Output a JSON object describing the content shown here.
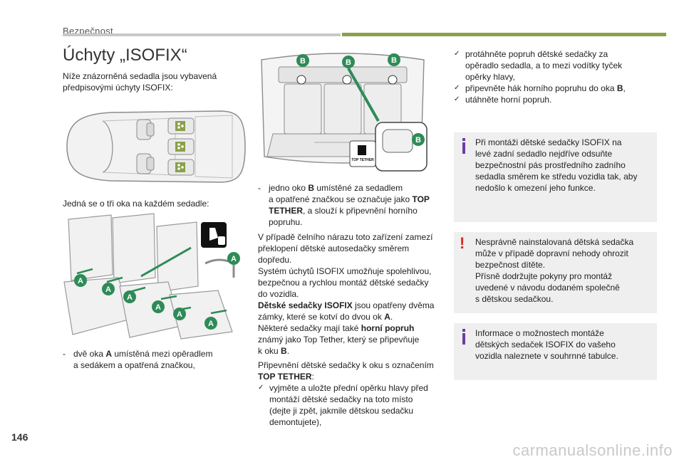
{
  "header": {
    "section": "Bezpečnost"
  },
  "title": "Úchyty „ISOFIX“",
  "intro": "Níže znázorněná sedadla jsou vybavená předpisovými úchyty ISOFIX:",
  "intro_lines": [
    "Níže znázorněná sedadla jsou vybavená",
    "předpisovými úchyty ISOFIX:"
  ],
  "sentence_rings": "Jedná se o tři oka na každém sedadle:",
  "bullet_a": {
    "marker": "-",
    "pre": "dvě oka ",
    "letter": "A",
    "post_lines": [
      " umístěná mezi opěradlem",
      "a sedákem a opatřená značkou,"
    ]
  },
  "bullet_b": {
    "marker": "-",
    "pre": "jedno oko ",
    "letter": "B",
    "post1": " umístěné za sedadlem",
    "line2_pre": "a opatřené značkou se označuje jako ",
    "line2_bold": "TOP",
    "line3_bold": "TETHER",
    "line3_post": ", a slouží k připevnění horního",
    "line4": "popruhu."
  },
  "para_crash": {
    "lines": [
      "V případě čelního nárazu toto zařízení zamezí",
      "překlopení dětské autosedačky směrem",
      "dopředu.",
      "Systém úchytů ISOFIX umožňuje spolehlivou,",
      "bezpečnou a rychlou montáž dětské sedačky",
      "do vozidla."
    ],
    "bold_start": "Dětské sedačky ISOFIX",
    "after_bold": " jsou opatřeny dvěma",
    "line_lock_pre": "zámky, které se kotví do dvou ok ",
    "line_lock_letter": "A",
    "line_lock_post": ".",
    "line_strap_pre": "Některé sedačky mají také ",
    "line_strap_bold": "horní popruh",
    "line_known": "známý jako Top Tether, který se připevňuje",
    "line_ring_pre": "k oku ",
    "line_ring_letter": "B",
    "line_ring_post": "."
  },
  "tether": {
    "intro": "Připevnění dětské sedačky k oku s označením",
    "intro_bold": "TOP TETHER",
    "intro_colon": ":",
    "step1_lines": [
      "vyjměte a uložte přední opěrku hlavy před",
      "montáží dětské sedačky na toto místo",
      "(dejte ji zpět, jakmile dětskou sedačku",
      "demontujete),"
    ],
    "step2_lines": [
      "protáhněte popruh dětské sedačky za",
      "opěradlo sedadla, a to mezi vodítky tyček",
      "opěrky hlavy,"
    ],
    "step3_pre": "připevněte hák horního popruhu do oka ",
    "step3_letter": "B",
    "step3_post": ",",
    "step4": "utáhněte horní popruh.",
    "check_marker": "✓"
  },
  "notes": {
    "info1_lines": [
      "Při montáži dětské sedačky ISOFIX na",
      "levé zadní sedadlo nejdříve odsuňte",
      "bezpečnostní pás prostředního zadního",
      "sedadla směrem ke středu vozidla tak, aby",
      "nedošlo k omezení jeho funkce."
    ],
    "warn_lines": [
      "Nesprávně nainstalovaná dětská sedačka",
      "může v případě dopravní nehody ohrozit",
      "bezpečnost dítěte.",
      "Přísně dodržujte pokyny pro montáž",
      "uvedené v návodu dodaném společně",
      "s dětskou sedačkou."
    ],
    "info2_lines": [
      "Informace o možnostech montáže",
      "dětských sedaček ISOFIX do vašeho",
      "vozidla naleznete v souhrnné tabulce."
    ],
    "warn_marker": "!"
  },
  "illustration_labels": {
    "a": "A",
    "b": "B",
    "top_tether": "TOP TETHER"
  },
  "colors": {
    "accent_green": "#8aa04a",
    "label_green": "#2e8b57",
    "info_purple": "#6b3fa0",
    "warn_red": "#d62828",
    "note_bg": "#efefef"
  },
  "page_number": "146",
  "watermark": "carmanualsonline.info"
}
